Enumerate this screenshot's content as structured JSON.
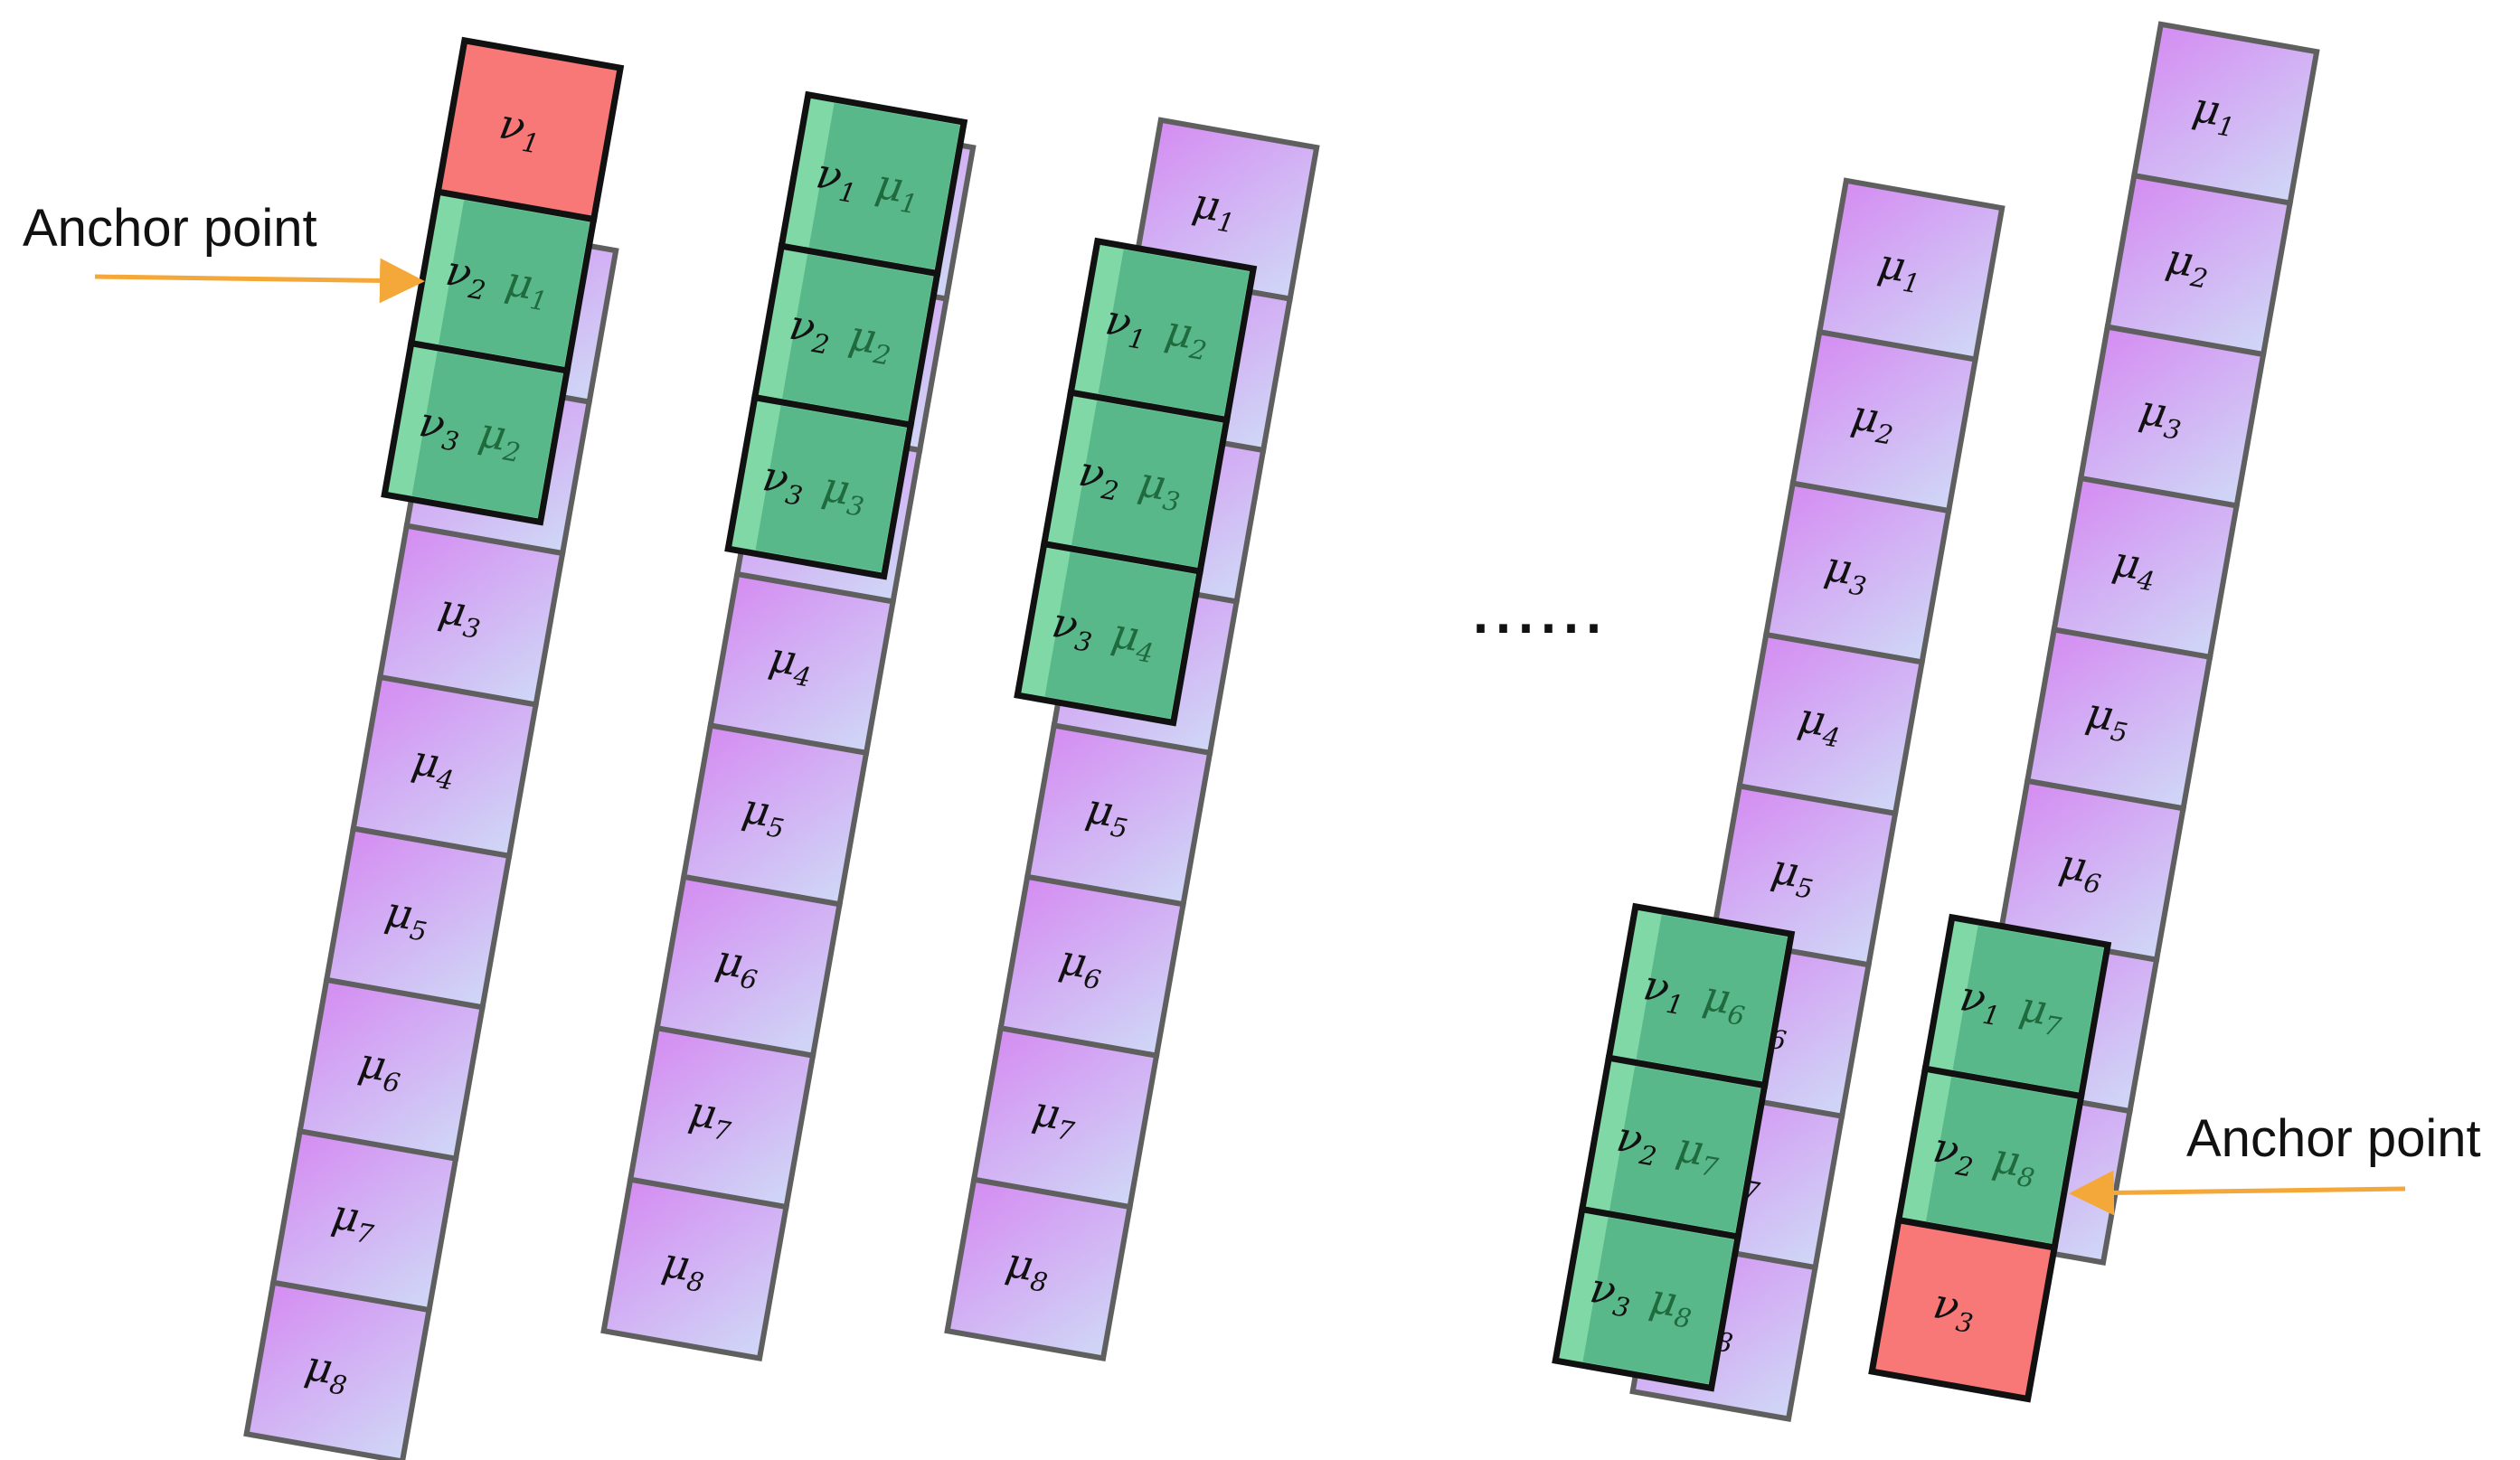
{
  "colors": {
    "mu_gradient_top": "#d58cf2",
    "mu_gradient_bottom": "#cfd8f6",
    "nu_green": "#7fd8a6",
    "nu_green_dark": "#3a9e72",
    "nu_red": "#f87878",
    "cell_border": "#5f5f5f",
    "nu_border": "#111111",
    "arrow": "#f5a83a",
    "text": "#111111",
    "green_text": "#1f6b3e"
  },
  "annotations": {
    "anchor_left": "Anchor point",
    "anchor_right": "Anchor point",
    "ellipsis": "......"
  },
  "mu_columns": [
    {
      "name": "mu-column-1",
      "cells": [
        {
          "base": "μ",
          "sub": "1"
        },
        {
          "base": "μ",
          "sub": "2"
        },
        {
          "base": "μ",
          "sub": "3"
        },
        {
          "base": "μ",
          "sub": "4"
        },
        {
          "base": "μ",
          "sub": "5"
        },
        {
          "base": "μ",
          "sub": "6"
        },
        {
          "base": "μ",
          "sub": "7"
        },
        {
          "base": "μ",
          "sub": "8"
        }
      ]
    },
    {
      "name": "mu-column-2",
      "cells": [
        {
          "base": "μ",
          "sub": "1"
        },
        {
          "base": "μ",
          "sub": "2"
        },
        {
          "base": "μ",
          "sub": "3"
        },
        {
          "base": "μ",
          "sub": "4"
        },
        {
          "base": "μ",
          "sub": "5"
        },
        {
          "base": "μ",
          "sub": "6"
        },
        {
          "base": "μ",
          "sub": "7"
        },
        {
          "base": "μ",
          "sub": "8"
        }
      ]
    },
    {
      "name": "mu-column-3",
      "cells": [
        {
          "base": "μ",
          "sub": "1"
        },
        {
          "base": "μ",
          "sub": "2"
        },
        {
          "base": "μ",
          "sub": "3"
        },
        {
          "base": "μ",
          "sub": "4"
        },
        {
          "base": "μ",
          "sub": "5"
        },
        {
          "base": "μ",
          "sub": "6"
        },
        {
          "base": "μ",
          "sub": "7"
        },
        {
          "base": "μ",
          "sub": "8"
        }
      ]
    },
    {
      "name": "mu-column-4",
      "cells": [
        {
          "base": "μ",
          "sub": "1"
        },
        {
          "base": "μ",
          "sub": "2"
        },
        {
          "base": "μ",
          "sub": "3"
        },
        {
          "base": "μ",
          "sub": "4"
        },
        {
          "base": "μ",
          "sub": "5"
        },
        {
          "base": "μ",
          "sub": "6"
        },
        {
          "base": "μ",
          "sub": "7"
        },
        {
          "base": "μ",
          "sub": "8"
        }
      ]
    },
    {
      "name": "mu-column-5",
      "cells": [
        {
          "base": "μ",
          "sub": "1"
        },
        {
          "base": "μ",
          "sub": "2"
        },
        {
          "base": "μ",
          "sub": "3"
        },
        {
          "base": "μ",
          "sub": "4"
        },
        {
          "base": "μ",
          "sub": "5"
        },
        {
          "base": "μ",
          "sub": "6"
        },
        {
          "base": "μ",
          "sub": "7"
        },
        {
          "base": "μ",
          "sub": "8"
        }
      ]
    }
  ],
  "nu_columns": [
    {
      "name": "nu-column-1",
      "cells": [
        {
          "base": "ν",
          "sub": "1",
          "fill": "red"
        },
        {
          "base": "ν",
          "sub": "2",
          "fill": "green",
          "overlap": {
            "base": "μ",
            "sub": "1"
          }
        },
        {
          "base": "ν",
          "sub": "3",
          "fill": "green",
          "overlap": {
            "base": "μ",
            "sub": "2"
          }
        }
      ]
    },
    {
      "name": "nu-column-2",
      "cells": [
        {
          "base": "ν",
          "sub": "1",
          "fill": "green",
          "overlap": {
            "base": "μ",
            "sub": "1"
          }
        },
        {
          "base": "ν",
          "sub": "2",
          "fill": "green",
          "overlap": {
            "base": "μ",
            "sub": "2"
          }
        },
        {
          "base": "ν",
          "sub": "3",
          "fill": "green",
          "overlap": {
            "base": "μ",
            "sub": "3"
          }
        }
      ]
    },
    {
      "name": "nu-column-3",
      "cells": [
        {
          "base": "ν",
          "sub": "1",
          "fill": "green",
          "overlap": {
            "base": "μ",
            "sub": "2"
          }
        },
        {
          "base": "ν",
          "sub": "2",
          "fill": "green",
          "overlap": {
            "base": "μ",
            "sub": "3"
          }
        },
        {
          "base": "ν",
          "sub": "3",
          "fill": "green",
          "overlap": {
            "base": "μ",
            "sub": "4"
          }
        }
      ]
    },
    {
      "name": "nu-column-4",
      "cells": [
        {
          "base": "ν",
          "sub": "1",
          "fill": "green",
          "overlap": {
            "base": "μ",
            "sub": "6"
          }
        },
        {
          "base": "ν",
          "sub": "2",
          "fill": "green",
          "overlap": {
            "base": "μ",
            "sub": "7"
          }
        },
        {
          "base": "ν",
          "sub": "3",
          "fill": "green",
          "overlap": {
            "base": "μ",
            "sub": "8"
          }
        }
      ]
    },
    {
      "name": "nu-column-5",
      "cells": [
        {
          "base": "ν",
          "sub": "1",
          "fill": "green",
          "overlap": {
            "base": "μ",
            "sub": "7"
          }
        },
        {
          "base": "ν",
          "sub": "2",
          "fill": "green",
          "overlap": {
            "base": "μ",
            "sub": "8"
          }
        },
        {
          "base": "ν",
          "sub": "3",
          "fill": "red"
        }
      ]
    }
  ]
}
